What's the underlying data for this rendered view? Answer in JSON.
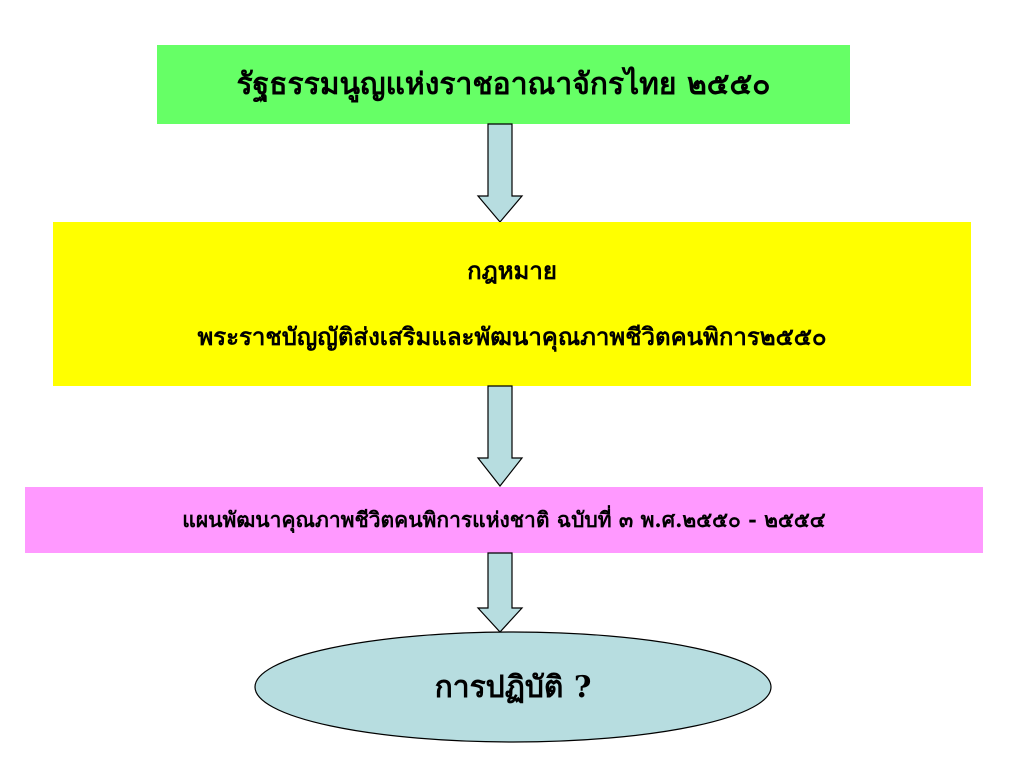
{
  "colors": {
    "constitution_fill": "#66ff66",
    "law_fill": "#ffff00",
    "plan_fill": "#ff99ff",
    "outcome_fill": "#b7dde0",
    "arrow_fill": "#b7dde0",
    "outline": "#000000"
  },
  "flow": {
    "constitution": "รัฐธรรมนูญแห่งราชอาณาจักรไทย ๒๕๕๐",
    "law": {
      "heading": "กฎหมาย",
      "act": "พระราชบัญญัติส่งเสริมและพัฒนาคุณภาพชีวิตคนพิการ๒๕๕๐"
    },
    "plan": "แผนพัฒนาคุณภาพชีวิตคนพิการแห่งชาติ ฉบับที่ ๓ พ.ศ.๒๕๕๐ - ๒๕๕๔",
    "outcome": "การปฏิบัติ ?"
  }
}
